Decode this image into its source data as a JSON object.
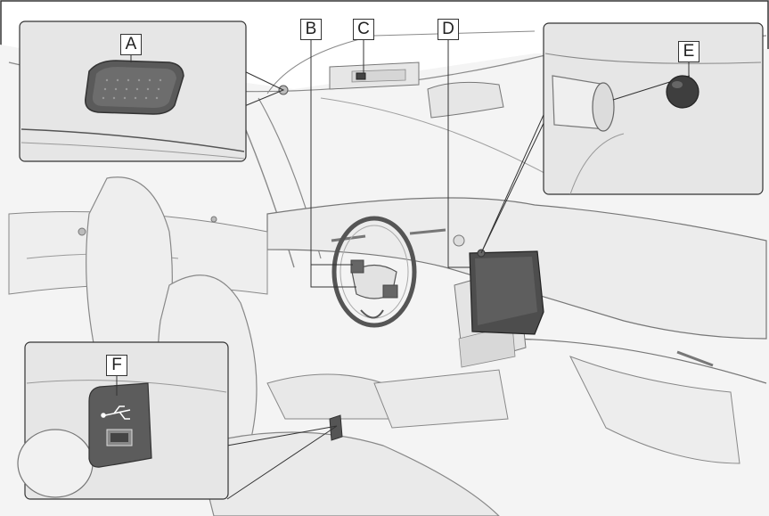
{
  "figure": {
    "callouts": [
      {
        "id": "A",
        "label": "A"
      },
      {
        "id": "B",
        "label": "B"
      },
      {
        "id": "C",
        "label": "C"
      },
      {
        "id": "D",
        "label": "D"
      },
      {
        "id": "E",
        "label": "E"
      },
      {
        "id": "F",
        "label": "F"
      }
    ],
    "colors": {
      "interior_fill": "#f2f2f2",
      "line_dark": "#4a4a4a",
      "line_light": "#9a9a9a",
      "inset_bg": "#e4e4e4",
      "callout_bg": "#ffffff",
      "usb_port_fill": "#555555",
      "mic_fill": "#444444"
    },
    "icons": [
      "microphone-icon",
      "camera-icon",
      "usb-icon"
    ]
  }
}
